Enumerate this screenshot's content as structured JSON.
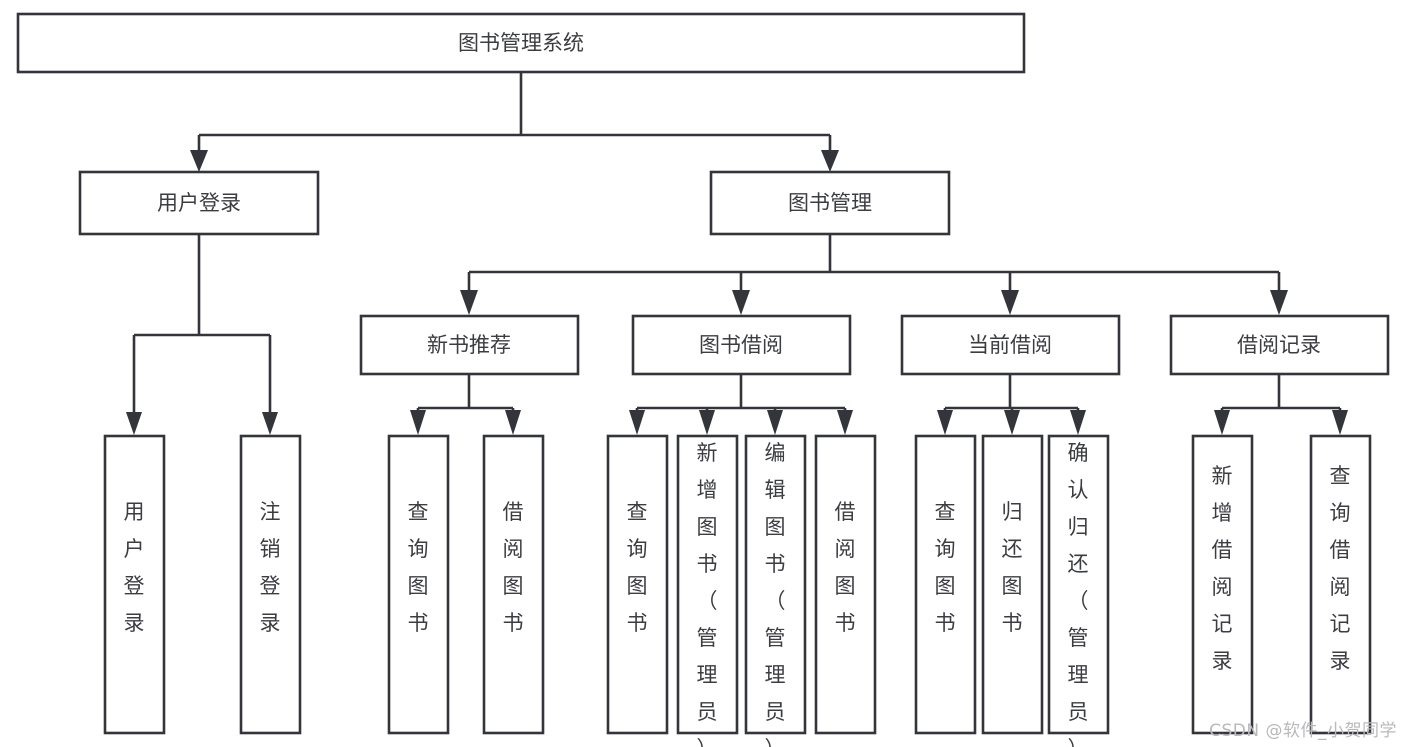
{
  "diagram": {
    "type": "tree-hierarchy",
    "title": "图书管理系统",
    "watermark": "CSDN @软件_小贺同学",
    "colors": {
      "stroke": "#33353a",
      "text": "#3c3d41",
      "background": "#ffffff",
      "watermark": "#b9b9bb"
    },
    "levels": {
      "level1": [
        {
          "id": "root",
          "label": "图书管理系统"
        }
      ],
      "level2": [
        {
          "id": "user-login",
          "label": "用户登录",
          "parent": "root"
        },
        {
          "id": "book-manage",
          "label": "图书管理",
          "parent": "root"
        }
      ],
      "level3": [
        {
          "id": "new-book-recommend",
          "label": "新书推荐",
          "parent": "book-manage"
        },
        {
          "id": "book-borrow",
          "label": "图书借阅",
          "parent": "book-manage"
        },
        {
          "id": "current-borrow",
          "label": "当前借阅",
          "parent": "book-manage"
        },
        {
          "id": "borrow-record",
          "label": "借阅记录",
          "parent": "book-manage"
        }
      ],
      "level4": [
        {
          "id": "leaf-user-login",
          "label": "用户登录",
          "parent": "user-login"
        },
        {
          "id": "leaf-logout-login",
          "label": "注销登录",
          "parent": "user-login"
        },
        {
          "id": "leaf-query-book-1",
          "label": "查询图书",
          "parent": "new-book-recommend"
        },
        {
          "id": "leaf-borrow-book-1",
          "label": "借阅图书",
          "parent": "new-book-recommend"
        },
        {
          "id": "leaf-query-book-2",
          "label": "查询图书",
          "parent": "book-borrow"
        },
        {
          "id": "leaf-add-book",
          "label": "新增图书（管理员）",
          "parent": "book-borrow"
        },
        {
          "id": "leaf-edit-book",
          "label": "编辑图书（管理员）",
          "parent": "book-borrow"
        },
        {
          "id": "leaf-borrow-book-2",
          "label": "借阅图书",
          "parent": "book-borrow"
        },
        {
          "id": "leaf-query-book-3",
          "label": "查询图书",
          "parent": "current-borrow"
        },
        {
          "id": "leaf-return-book",
          "label": "归还图书",
          "parent": "current-borrow"
        },
        {
          "id": "leaf-confirm-return",
          "label": "确认归还（管理员）",
          "parent": "current-borrow"
        },
        {
          "id": "leaf-add-record",
          "label": "新增借阅记录",
          "parent": "borrow-record"
        },
        {
          "id": "leaf-query-record",
          "label": "查询借阅记录",
          "parent": "borrow-record"
        }
      ]
    }
  }
}
